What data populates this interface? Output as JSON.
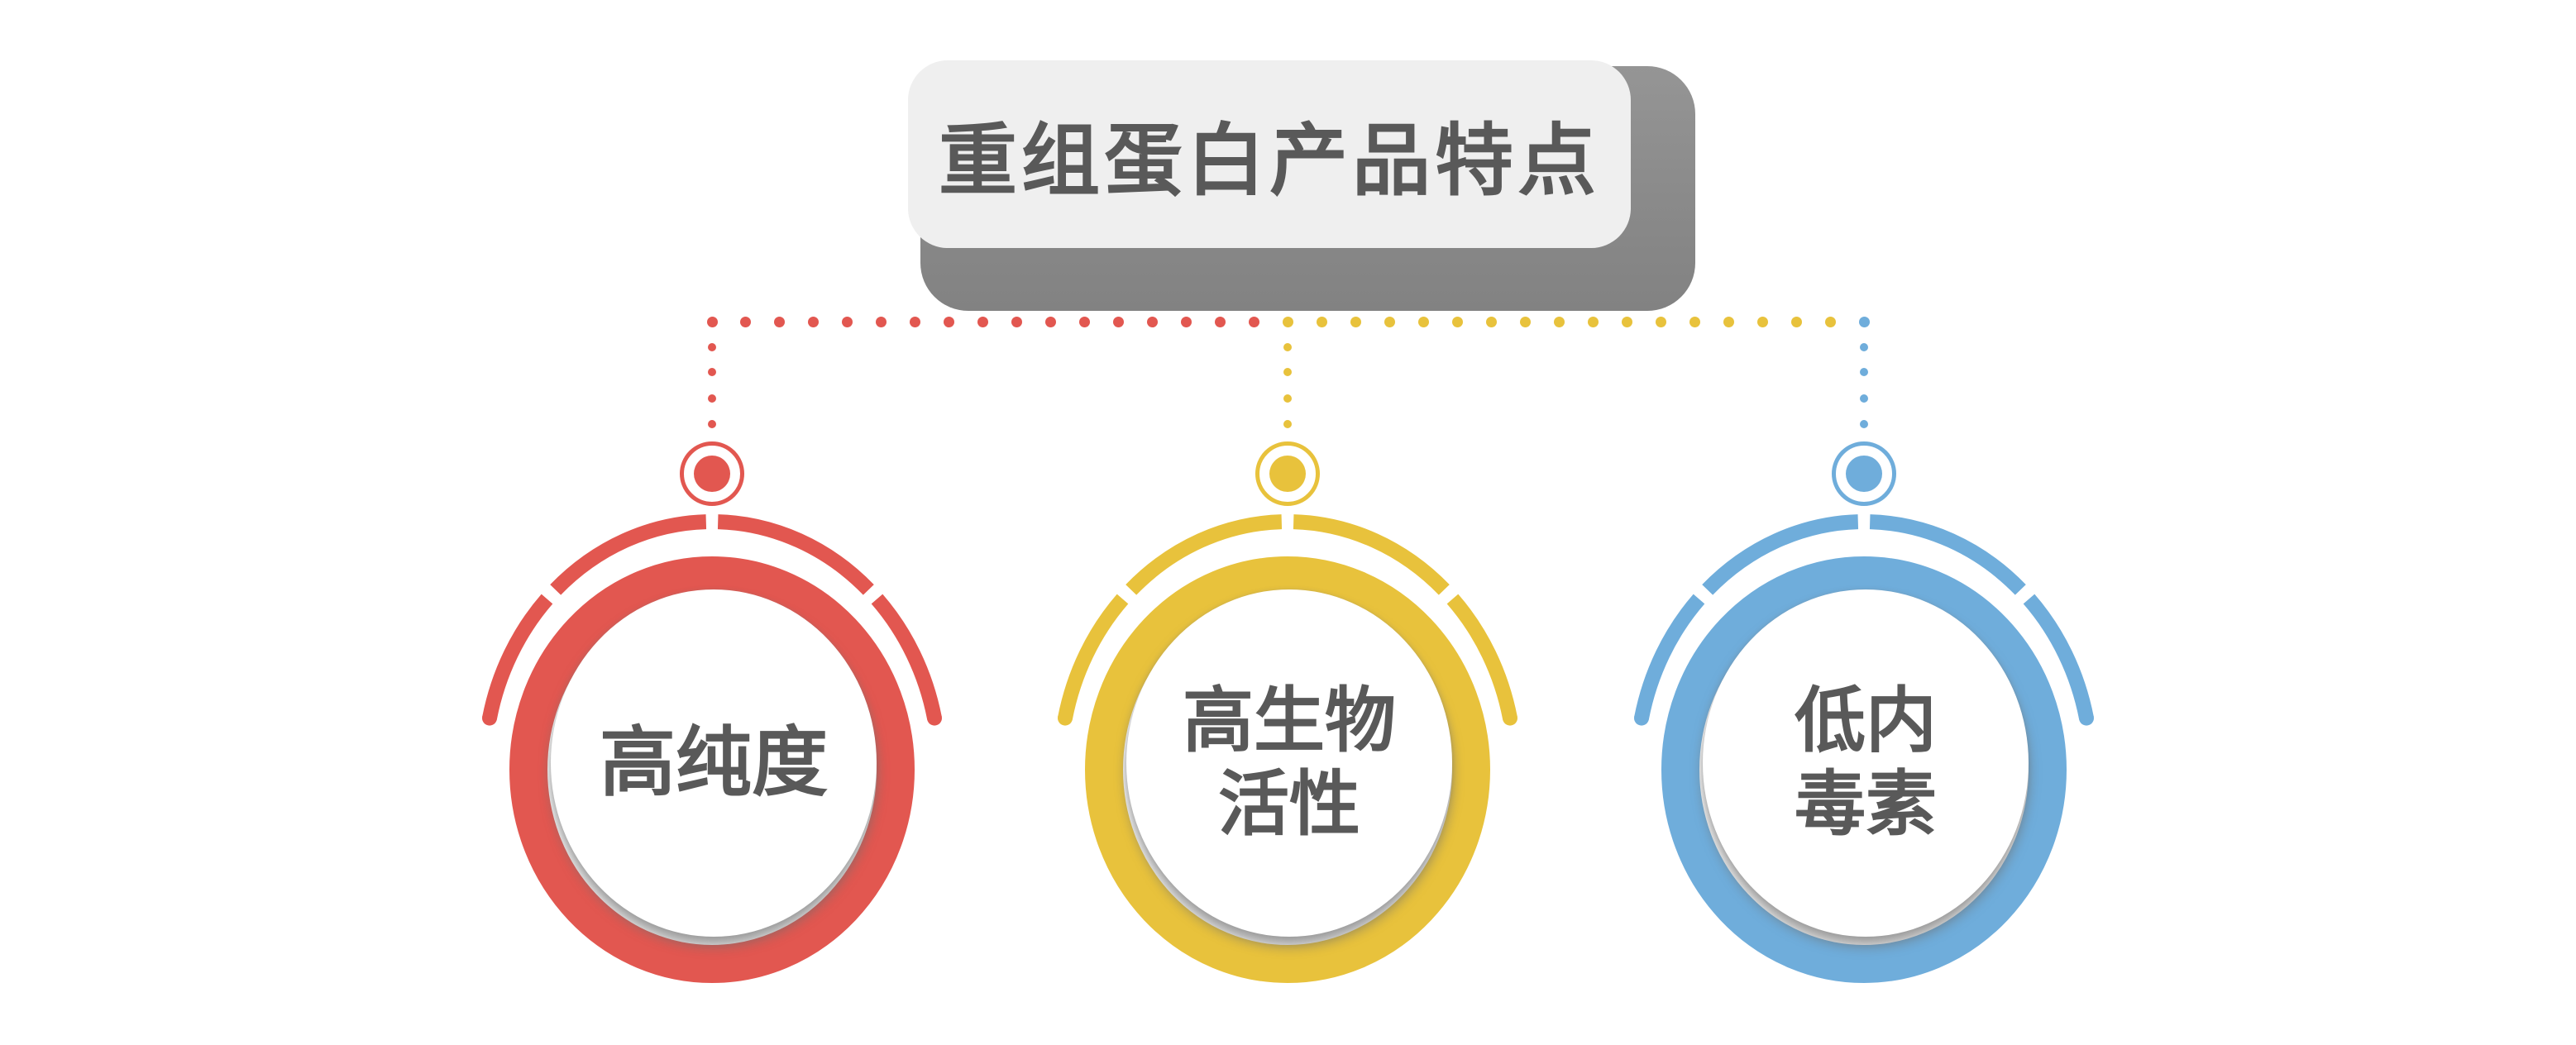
{
  "title": {
    "text": "重组蛋白产品特点"
  },
  "nodes": [
    {
      "id": "high-purity",
      "label": "高纯度",
      "lines": [
        "高纯度"
      ],
      "color": "#E25750"
    },
    {
      "id": "high-bioactivity",
      "label": "高生物活性",
      "lines": [
        "高生物",
        "活性"
      ],
      "color": "#E8C23C"
    },
    {
      "id": "low-endotoxin",
      "label": "低内毒素",
      "lines": [
        "低内",
        "毒素"
      ],
      "color": "#6FADDB"
    }
  ],
  "connector": {
    "horizontal_dot_count": 35,
    "red_dot_count": 17,
    "yellow_dot_count": 17,
    "blue_dot_count": 1,
    "vertical_dots_per_node": 4
  },
  "styles": {
    "background": "#FFFFFF",
    "title_box_color": "#EFEFEF",
    "title_shadow_color": "#8A8A8A",
    "title_text_color": "#595959",
    "label_text_color": "#595959"
  }
}
